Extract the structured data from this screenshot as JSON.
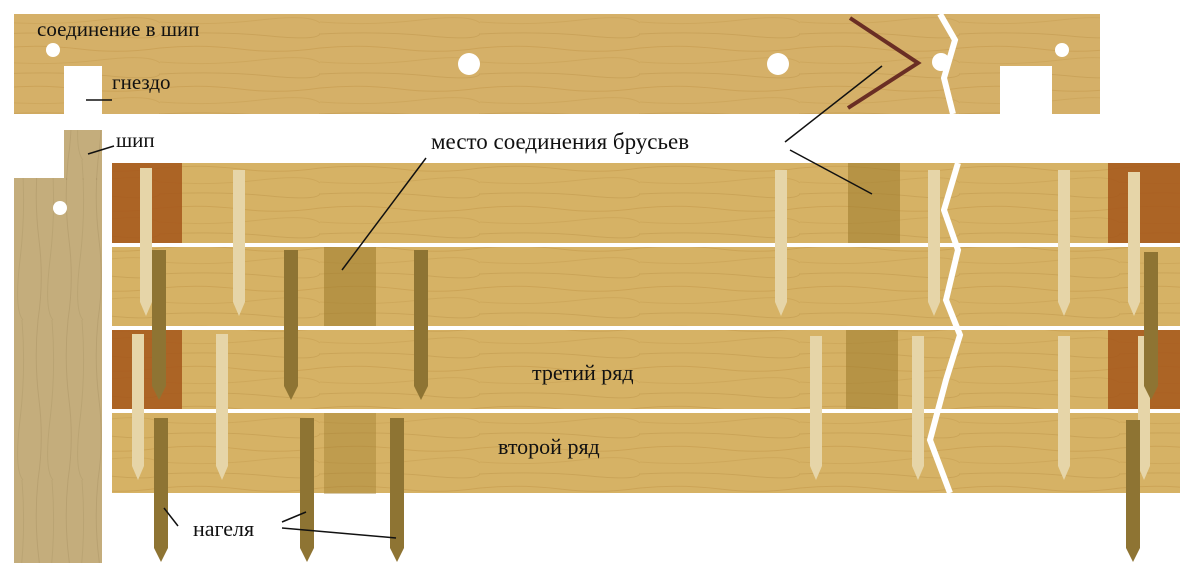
{
  "labels": {
    "tenon_joint": "соединение в шип",
    "socket": "гнездо",
    "tenon": "шип",
    "beam_joint_place": "место соединения брусьев",
    "third_row": "третий ряд",
    "second_row": "второй ряд",
    "dowels": "нагеля"
  },
  "colors": {
    "wood_light": "#d8b469",
    "wood_mid": "#c99d4c",
    "wood_vertical": "#c4ad7c",
    "wood_dark_end": "#a4561a",
    "joint_overlay": "#9d7a2c",
    "dowel_light": "#e6d5a8",
    "dowel_dark": "#8e7433",
    "cut_line": "#ffffff",
    "pencil_line": "#6a2e24"
  }
}
